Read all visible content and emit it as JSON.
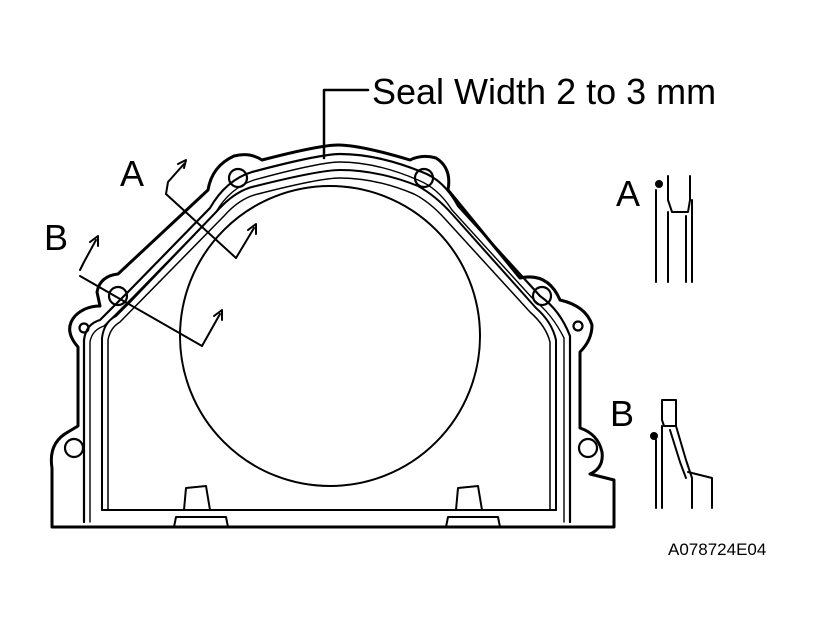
{
  "annotation": {
    "seal_width": "Seal Width 2 to 3 mm"
  },
  "callouts": {
    "a": "A",
    "b": "B"
  },
  "details": {
    "a": "A",
    "b": "B"
  },
  "figure_code": "A078724E04",
  "colors": {
    "ink": "#000000",
    "paper": "#ffffff"
  }
}
